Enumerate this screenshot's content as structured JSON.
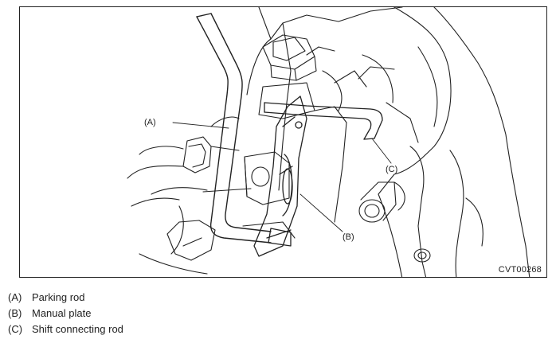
{
  "figure": {
    "code": "CVT00268",
    "callouts": [
      {
        "key": "(A)"
      },
      {
        "key": "(B)"
      },
      {
        "key": "(C)"
      }
    ]
  },
  "legend": [
    {
      "key": "(A)",
      "label": "Parking rod"
    },
    {
      "key": "(B)",
      "label": "Manual plate"
    },
    {
      "key": "(C)",
      "label": "Shift connecting rod"
    }
  ]
}
